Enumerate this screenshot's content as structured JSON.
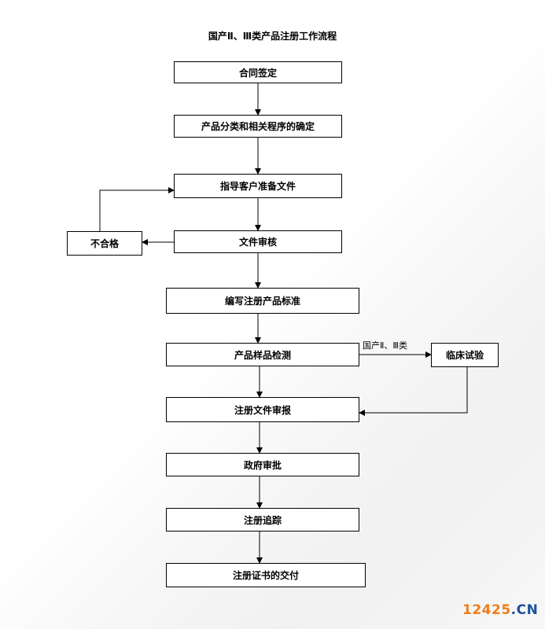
{
  "title": "国产Ⅱ、Ⅲ类产品注册工作流程",
  "steps": {
    "contract": "合同签定",
    "classify": "产品分类和相关程序的确定",
    "guide": "指导客户准备文件",
    "review": "文件审核",
    "unqualified": "不合格",
    "standard": "编写注册产品标准",
    "testing": "产品样品检测",
    "clinical": "临床试验",
    "submit": "注册文件审报",
    "approval": "政府审批",
    "tracking": "注册追踪",
    "delivery": "注册证书的交付"
  },
  "edge_labels": {
    "clinical_branch": "国产Ⅱ、Ⅲ类"
  },
  "watermark": {
    "number": "12425",
    "suffix": ".CN"
  }
}
